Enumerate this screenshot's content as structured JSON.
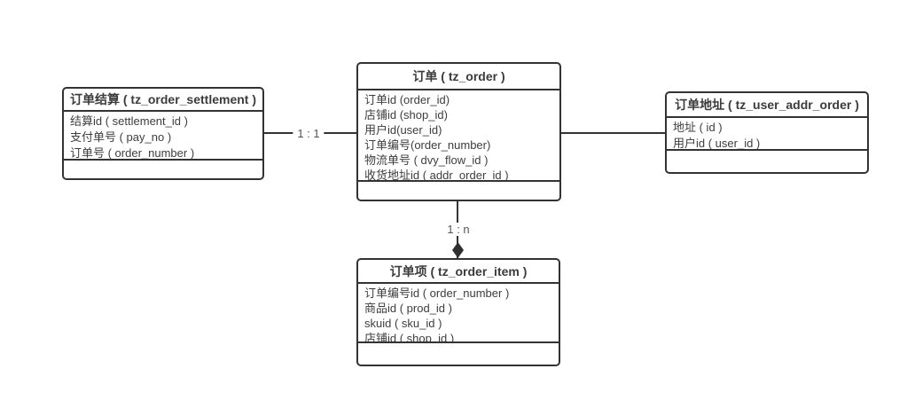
{
  "entities": {
    "settlement": {
      "title": "订单结算 ( tz_order_settlement )",
      "fields": [
        "结算id ( settlement_id )",
        "支付单号 ( pay_no )",
        "订单号 ( order_number )"
      ]
    },
    "order": {
      "title": "订单 ( tz_order )",
      "fields": [
        "订单id (order_id)",
        "店铺id (shop_id)",
        "用户id(user_id)",
        "订单编号(order_number)",
        "物流单号 ( dvy_flow_id )",
        "收货地址id ( addr_order_id )"
      ]
    },
    "address": {
      "title": "订单地址 ( tz_user_addr_order )",
      "fields": [
        "地址 ( id )",
        "用户id ( user_id )"
      ]
    },
    "item": {
      "title": "订单项 ( tz_order_item )",
      "fields": [
        "订单编号id ( order_number )",
        "商品id ( prod_id )",
        "skuid ( sku_id )",
        "店铺id ( shop_id )"
      ]
    }
  },
  "connections": {
    "settlement_order": {
      "label": "1 : 1",
      "type": "line"
    },
    "order_address": {
      "label": "",
      "type": "line"
    },
    "order_item": {
      "label": "1 : n",
      "type": "line-with-filled-diamond",
      "arrow_icon": "composition-diamond-icon"
    }
  },
  "colors": {
    "background": "#ffffff",
    "border": "#333333",
    "text": "#3d3d3d",
    "connection_label": "#555555",
    "diamond": "#2f2f2f"
  }
}
